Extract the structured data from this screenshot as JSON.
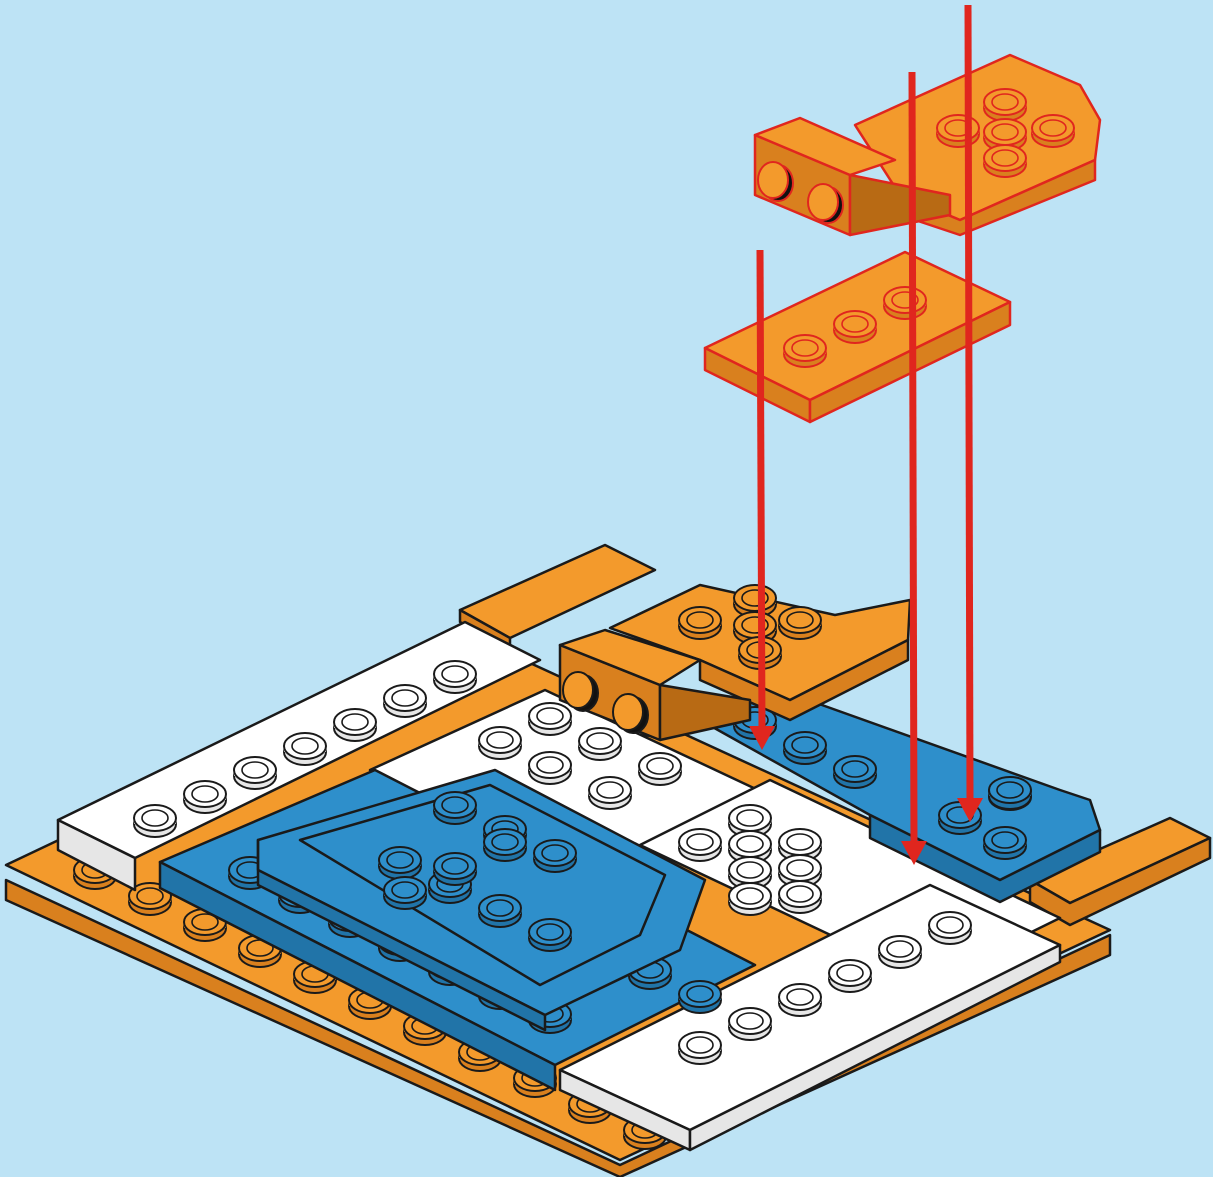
{
  "figure": {
    "type": "building-instruction-step",
    "background_color": "#BDE3F5",
    "outline_color": "#1A1A1A",
    "colors": {
      "orange": "#F39A2C",
      "orange_side": "#D9801E",
      "orange_dark": "#B86A14",
      "blue": "#2E8FCB",
      "blue_side": "#2174A8",
      "white": "#FFFFFF",
      "white_side": "#E6E6E6",
      "arrow": "#E0261E",
      "outline_highlight": "#E0261E"
    }
  },
  "parts": {
    "base_plate_color": "orange",
    "new_parts": [
      {
        "name": "bracket-plate-round-end",
        "color": "orange",
        "studs": 5
      },
      {
        "name": "plate-1x3",
        "color": "orange",
        "studs": 3
      }
    ],
    "placed_bracket": {
      "color": "orange",
      "studs": 5
    },
    "placement_arrows": 3
  }
}
